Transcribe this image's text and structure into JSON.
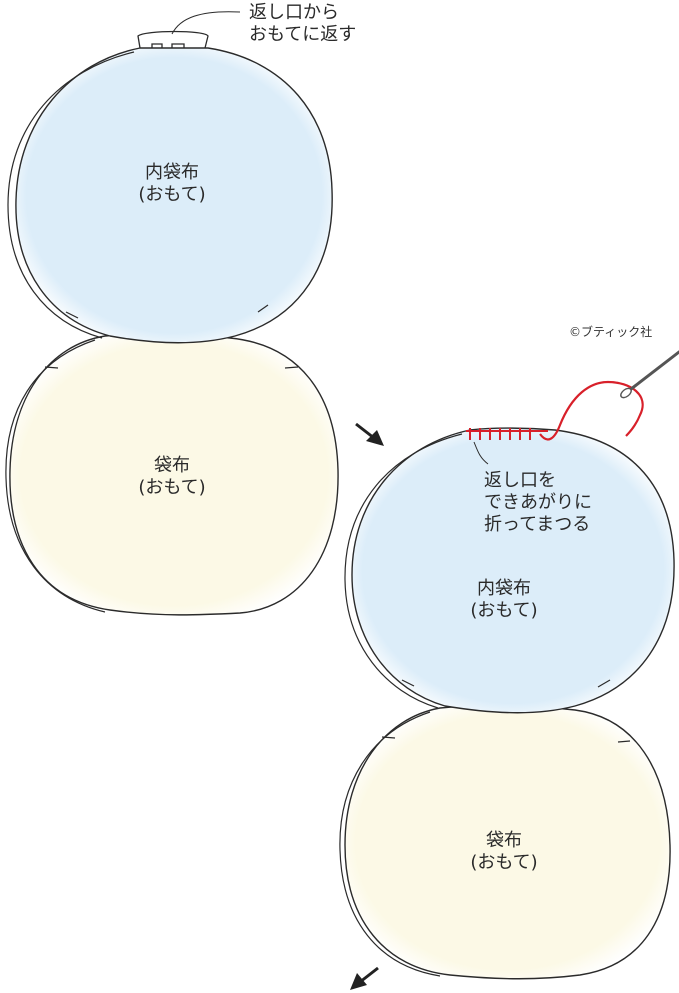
{
  "labels": {
    "turn_out_line1": "返し口から",
    "turn_out_line2": "おもてに返す",
    "left_inner_line1": "内袋布",
    "left_inner_line2": "(おもて)",
    "left_outer_line1": "袋布",
    "left_outer_line2": "(おもて)",
    "credit": "©ブティック社",
    "stitch_line1": "返し口を",
    "stitch_line2": "できあがりに",
    "stitch_line3": "折ってまつる",
    "right_inner_line1": "内袋布",
    "right_inner_line2": "(おもて)",
    "right_outer_line1": "袋布",
    "right_outer_line2": "(おもて)"
  },
  "colors": {
    "inner_fabric": "#dcedf9",
    "outer_fabric": "#fcf9e6",
    "outline": "#2b2b2b",
    "thread": "#d8202a",
    "arrow": "#222222"
  }
}
